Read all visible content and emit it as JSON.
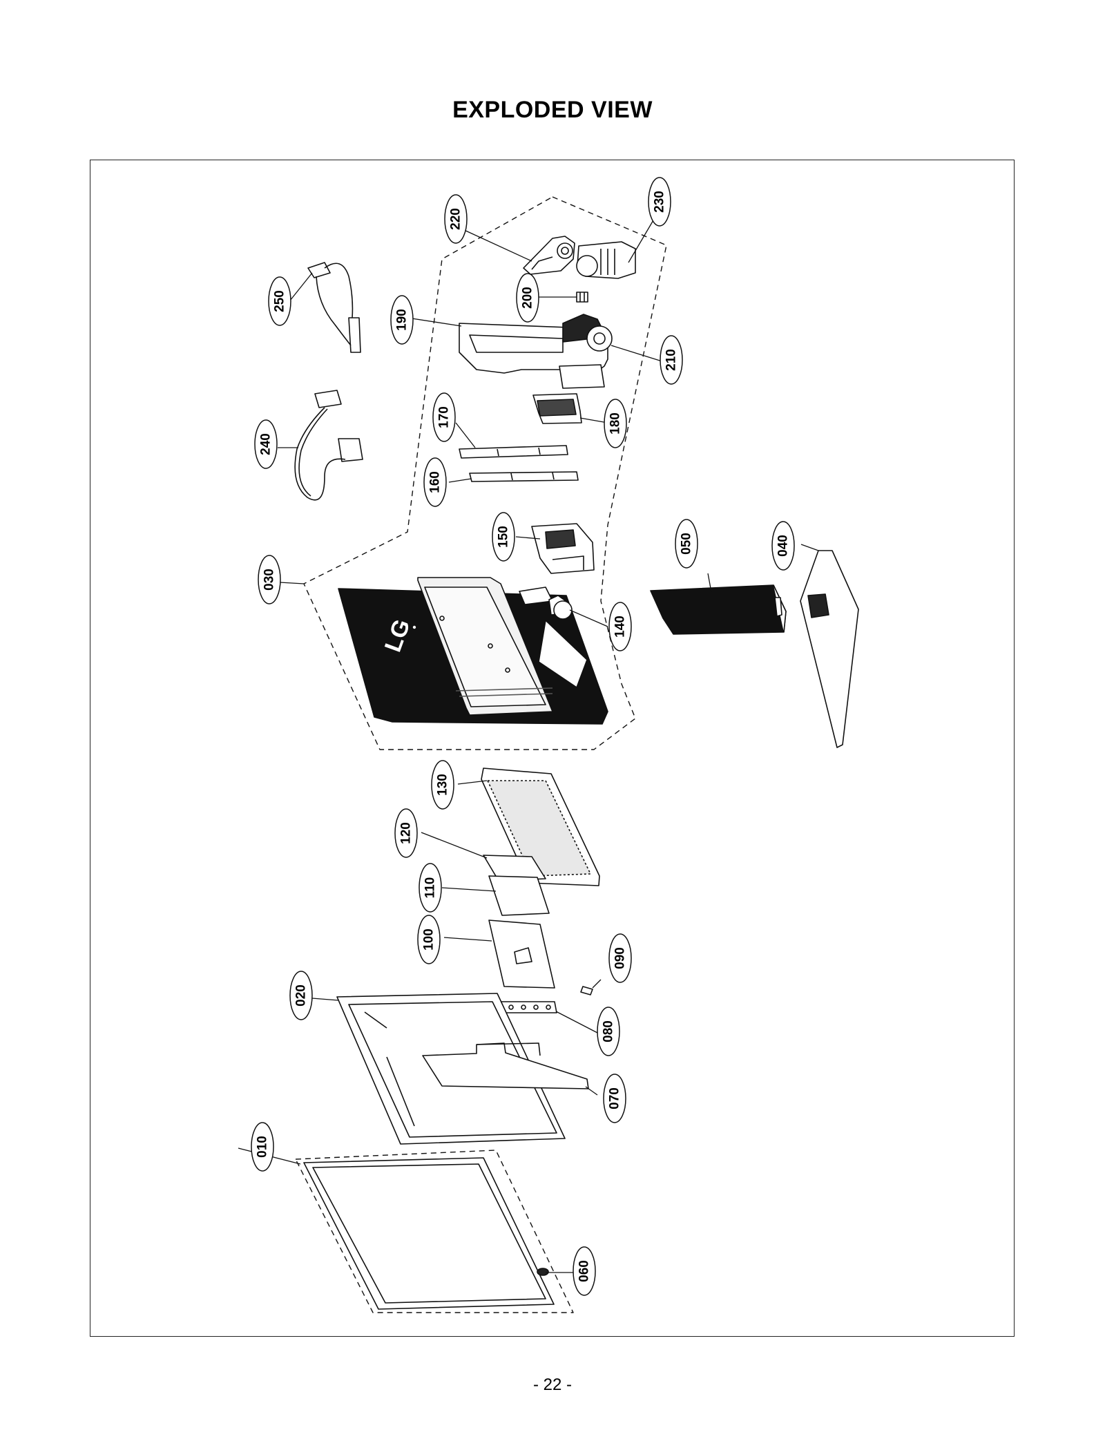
{
  "page": {
    "title": "EXPLODED VIEW",
    "page_number": "- 22 -"
  },
  "logo_text": "LG",
  "callouts": [
    {
      "id": "c010",
      "label": "010"
    },
    {
      "id": "c020",
      "label": "020"
    },
    {
      "id": "c030",
      "label": "030"
    },
    {
      "id": "c040",
      "label": "040"
    },
    {
      "id": "c050",
      "label": "050"
    },
    {
      "id": "c060",
      "label": "060"
    },
    {
      "id": "c070",
      "label": "070"
    },
    {
      "id": "c080",
      "label": "080"
    },
    {
      "id": "c090",
      "label": "090"
    },
    {
      "id": "c100",
      "label": "100"
    },
    {
      "id": "c110",
      "label": "110"
    },
    {
      "id": "c120",
      "label": "120"
    },
    {
      "id": "c130",
      "label": "130"
    },
    {
      "id": "c140",
      "label": "140"
    },
    {
      "id": "c150",
      "label": "150"
    },
    {
      "id": "c160",
      "label": "160"
    },
    {
      "id": "c170",
      "label": "170"
    },
    {
      "id": "c180",
      "label": "180"
    },
    {
      "id": "c190",
      "label": "190"
    },
    {
      "id": "c200",
      "label": "200"
    },
    {
      "id": "c210",
      "label": "210"
    },
    {
      "id": "c220",
      "label": "220"
    },
    {
      "id": "c230",
      "label": "230"
    },
    {
      "id": "c240",
      "label": "240"
    },
    {
      "id": "c250",
      "label": "250"
    }
  ]
}
